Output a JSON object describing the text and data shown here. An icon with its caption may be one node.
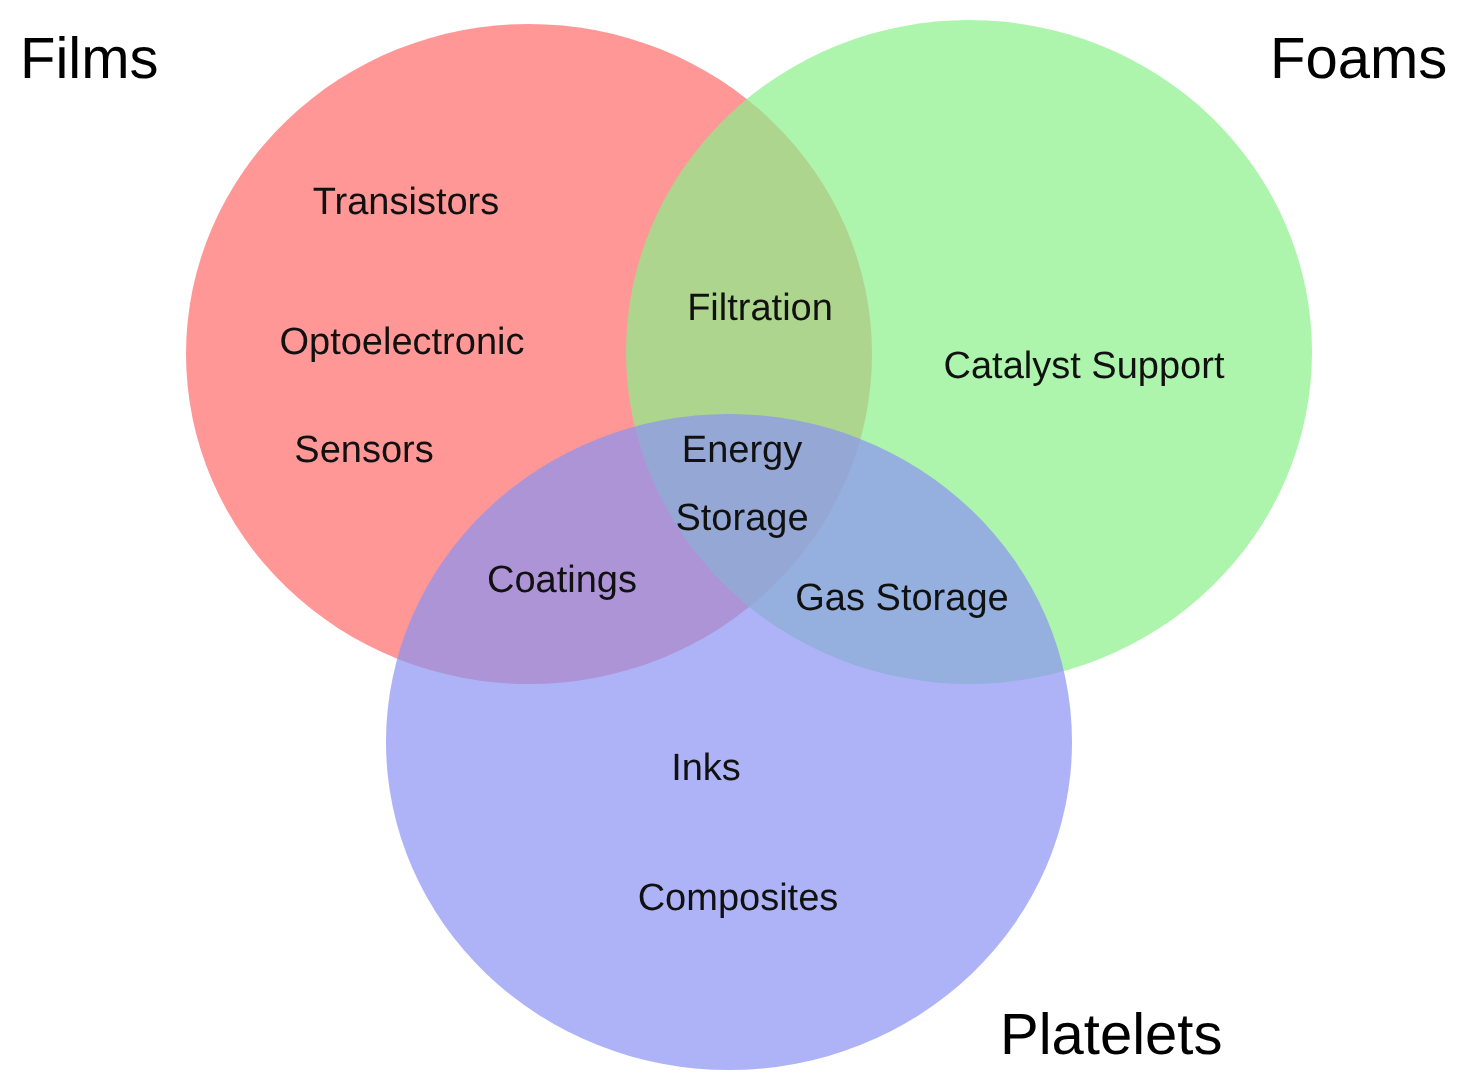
{
  "diagram": {
    "nodes": [
      {
        "text": [
          "Films"
        ]
      },
      {
        "text": [
          "Foams"
        ]
      },
      {
        "text": [
          "Platelets"
        ]
      }
    ],
    "labels": [
      "Transistors",
      "Filtration",
      "Optoelectronic",
      "Catalyst Support",
      "Sensors",
      "Energy Storage",
      "Coatings",
      "Gas Storage",
      "Inks",
      "Composites"
    ]
  }
}
